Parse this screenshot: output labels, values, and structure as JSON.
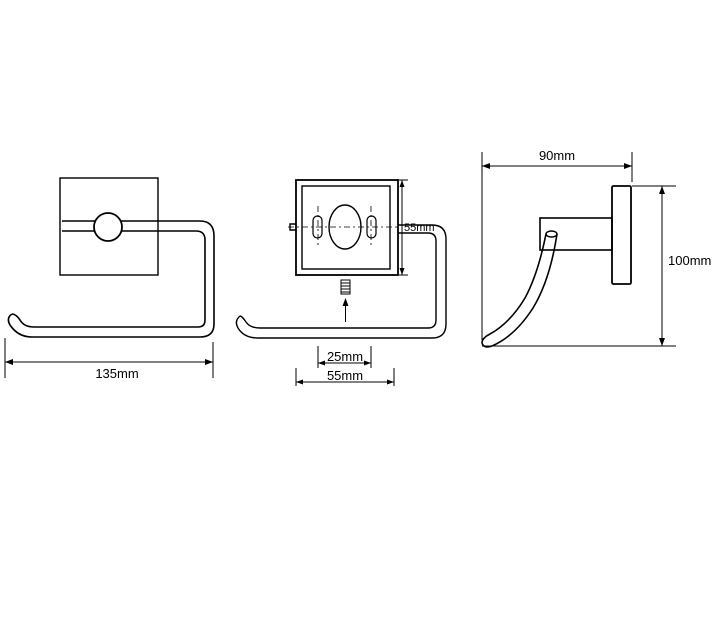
{
  "views": {
    "front": {
      "width_label": "135mm"
    },
    "mounting": {
      "height_label": "55mm",
      "hole_spacing_label": "25mm",
      "plate_width_label": "55mm"
    },
    "side": {
      "depth_label": "90mm",
      "height_label": "100mm"
    }
  },
  "colors": {
    "line": "#000000",
    "background": "#ffffff"
  }
}
